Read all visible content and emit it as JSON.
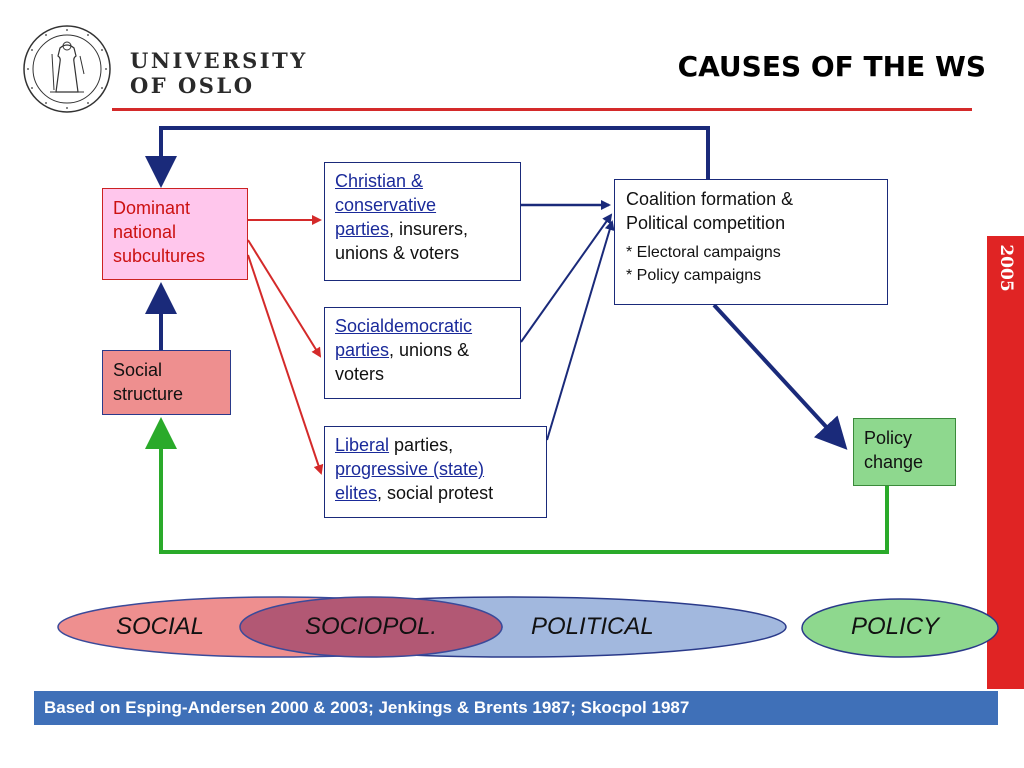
{
  "header": {
    "university_line1": "UNIVERSITY",
    "university_line2": "OF OSLO",
    "title": "CAUSES OF THE WS",
    "seal_icon": "university-seal-icon"
  },
  "sidebar": {
    "year": "2005"
  },
  "boxes": {
    "dominant": {
      "line1": "Dominant",
      "line2": "national",
      "line3": "subcultures"
    },
    "social_structure": {
      "line1": "Social",
      "line2": "structure"
    },
    "christian": {
      "link1": "Christian &",
      "link2": "conservative",
      "link3": "parties",
      "rest3": ", insurers,",
      "line4": "unions & voters"
    },
    "socialdemocratic": {
      "link1": "Socialdemocratic",
      "link2": "parties",
      "rest2": ", unions &",
      "line3": "voters"
    },
    "liberal": {
      "link1": "Liberal",
      "rest1": " parties,",
      "link2": "progressive (state)",
      "link3": "elites",
      "rest3": ", social protest"
    },
    "coalition": {
      "line1": "Coalition formation &",
      "line2": "Political competition",
      "bullet1": "* Electoral campaigns",
      "bullet2": "* Policy campaigns"
    },
    "policy_change": {
      "line1": "Policy",
      "line2": "change"
    }
  },
  "phases": {
    "social": "SOCIAL",
    "sociopol": "SOCIOPOL.",
    "political": "POLITICAL",
    "policy": "POLICY"
  },
  "footer": {
    "text": "Based on Esping-Andersen 2000 & 2003; Jenkings & Brents 1987; Skocpol 1987"
  },
  "colors": {
    "accent_red": "#e02424",
    "navy_arrow": "#1a2a7a",
    "green_arrow": "#2aaa2a",
    "red_arrow": "#d42a2a",
    "footer_blue": "#3f70b8"
  }
}
